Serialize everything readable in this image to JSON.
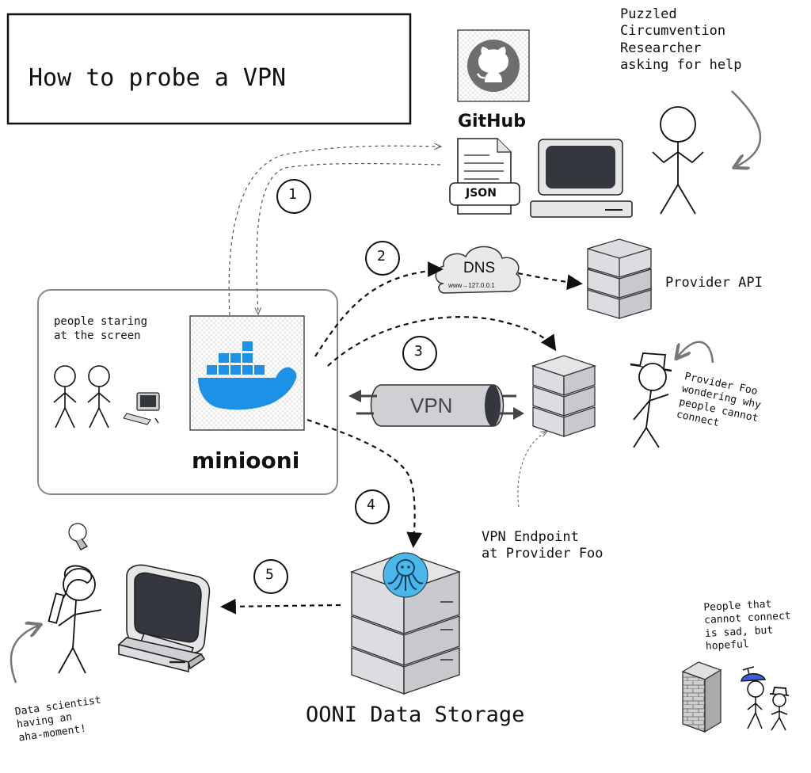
{
  "title": "How to probe a VPN",
  "github": {
    "label": "GitHub",
    "file_label": "JSON"
  },
  "researcher_note": "Puzzled\nCircumvention\nResearcher\nasking for help",
  "miniooni": {
    "label": "miniooni",
    "people_note": "people staring\nat the screen"
  },
  "steps": [
    "1",
    "2",
    "3",
    "4",
    "5"
  ],
  "dns": {
    "label": "DNS",
    "sublabel": "www→127.0.0.1"
  },
  "provider_api": "Provider API",
  "vpn_label": "VPN",
  "provider_foo_note": "Provider Foo\nwondering why\npeople cannot\nconnect",
  "vpn_endpoint": "VPN Endpoint\nat Provider Foo",
  "storage_label": "OONI Data Storage",
  "data_scientist_note": "Data scientist\nhaving an\naha-moment!",
  "sad_people_note": "People that\ncannot connect\nis sad, but\nhopeful",
  "colors": {
    "docker_blue": "#1d91e6",
    "server_gray": "#dcdde0",
    "monitor_dark": "#34373d",
    "ooni_blue": "#4ab7ea",
    "box_border": "#888888"
  }
}
